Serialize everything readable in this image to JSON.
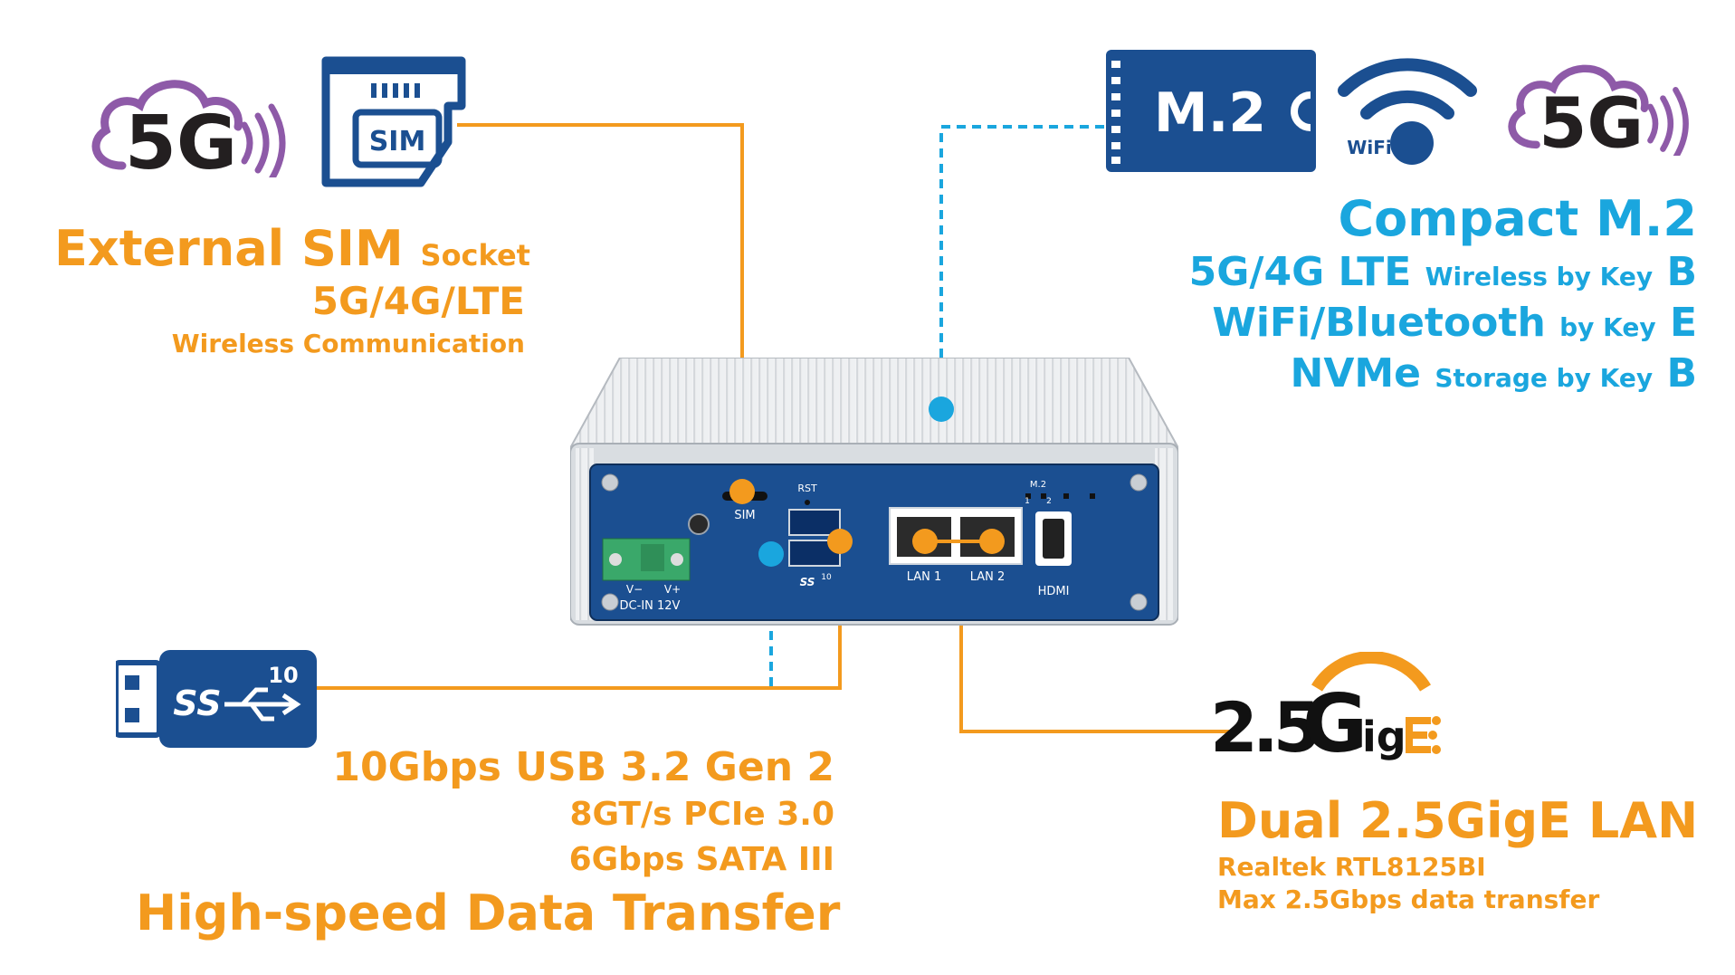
{
  "colors": {
    "orange": "#f39a1e",
    "blue": "#1aa6de",
    "navy": "#1b4f91",
    "purple": "#8e5aa8",
    "dark": "#231f20"
  },
  "icons": {
    "fiveg_left": {
      "name": "5g-cloud-icon",
      "text": "5G"
    },
    "sim": {
      "name": "sim-card-icon",
      "text": "SIM"
    },
    "m2": {
      "name": "m2-module-icon",
      "text": "M.2"
    },
    "wifi": {
      "name": "wifi-icon",
      "text": "WiFi"
    },
    "fiveg_right": {
      "name": "5g-cloud-icon",
      "text": "5G"
    },
    "usb": {
      "name": "usb-ss10-icon",
      "text": "SS",
      "sup": "10"
    },
    "gige": {
      "name": "25gige-logo-icon",
      "big": "2.5",
      "mid": "G",
      "small": "ig"
    }
  },
  "device": {
    "sim_label": "SIM",
    "rst_label": "RST",
    "m2_label": "M.2",
    "m2_slot1": "1",
    "m2_slot2": "2",
    "power_in": "DC-IN 12V",
    "vminus": "V−",
    "vplus": "V+",
    "usb_label": "SS",
    "usb_sup": "10",
    "lan1": "LAN 1",
    "lan2": "LAN 2",
    "hdmi": "HDMI"
  },
  "sim_block": {
    "title": "External SIM",
    "title_small": "Socket",
    "line2": "5G/4G/LTE",
    "line3": "Wireless Communication"
  },
  "m2_block": {
    "title": "Compact M.2",
    "line1_big": "5G/4G LTE",
    "line1_small": "Wireless by Key",
    "line1_key": "B",
    "line2_big": "WiFi/Bluetooth",
    "line2_small": "by Key",
    "line2_key": "E",
    "line3_big": "NVMe",
    "line3_small": "Storage by Key",
    "line3_key": "B"
  },
  "usb_block": {
    "line1": "10Gbps USB 3.2 Gen 2",
    "line2": "8GT/s PCIe 3.0",
    "line3": "6Gbps SATA III",
    "line4": "High-speed Data Transfer"
  },
  "lan_block": {
    "title": "Dual 2.5GigE LAN",
    "line2": "Realtek RTL8125BI",
    "line3": "Max 2.5Gbps data transfer"
  }
}
